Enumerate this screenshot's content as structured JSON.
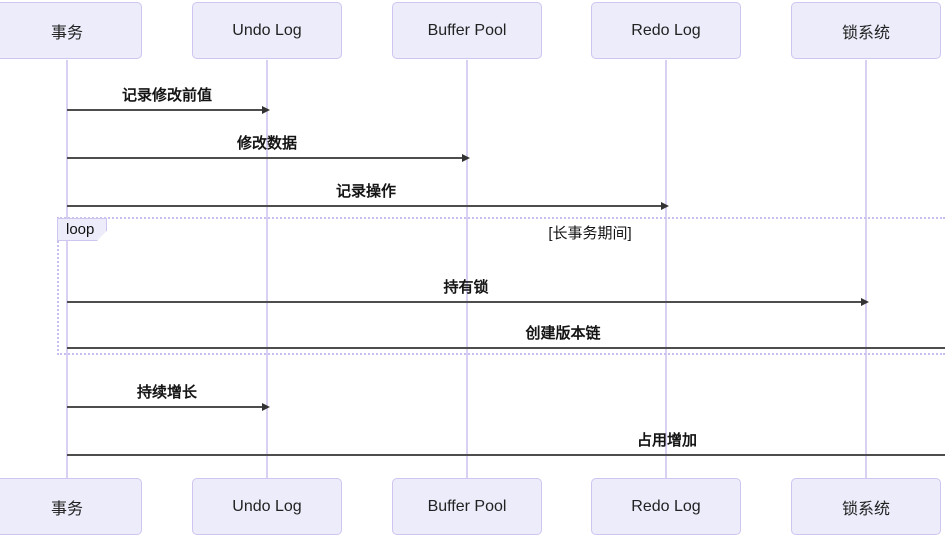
{
  "diagram": {
    "type": "sequence-diagram",
    "actors": [
      {
        "id": "transaction",
        "label": "事务"
      },
      {
        "id": "undo-log",
        "label": "Undo Log"
      },
      {
        "id": "buffer-pool",
        "label": "Buffer Pool"
      },
      {
        "id": "redo-log",
        "label": "Redo Log"
      },
      {
        "id": "lock-system",
        "label": "锁系统"
      }
    ],
    "messages": [
      {
        "from": "事务",
        "to": "Undo Log",
        "label": "记录修改前值"
      },
      {
        "from": "事务",
        "to": "Buffer Pool",
        "label": "修改数据"
      },
      {
        "from": "事务",
        "to": "Redo Log",
        "label": "记录操作"
      },
      {
        "from": "事务",
        "to": "锁系统",
        "label": "持有锁",
        "in_loop": true
      },
      {
        "from": "事务",
        "label": "创建版本链",
        "in_loop": true,
        "clipped_right": true
      },
      {
        "from": "事务",
        "to": "Undo Log",
        "label": "持续增长"
      },
      {
        "from": "事务",
        "label": "占用增加",
        "clipped_right": true
      }
    ],
    "loop": {
      "keyword": "loop",
      "condition": "[长事务期间]"
    },
    "colors": {
      "actor_fill": "#ECECFB",
      "actor_border": "#CEC5F0",
      "lifeline": "#D9D0F2",
      "loop_border": "#C9BEF0",
      "message_line": "#4D4D4D",
      "text": "#141414",
      "background": "#FFFFFF"
    }
  }
}
